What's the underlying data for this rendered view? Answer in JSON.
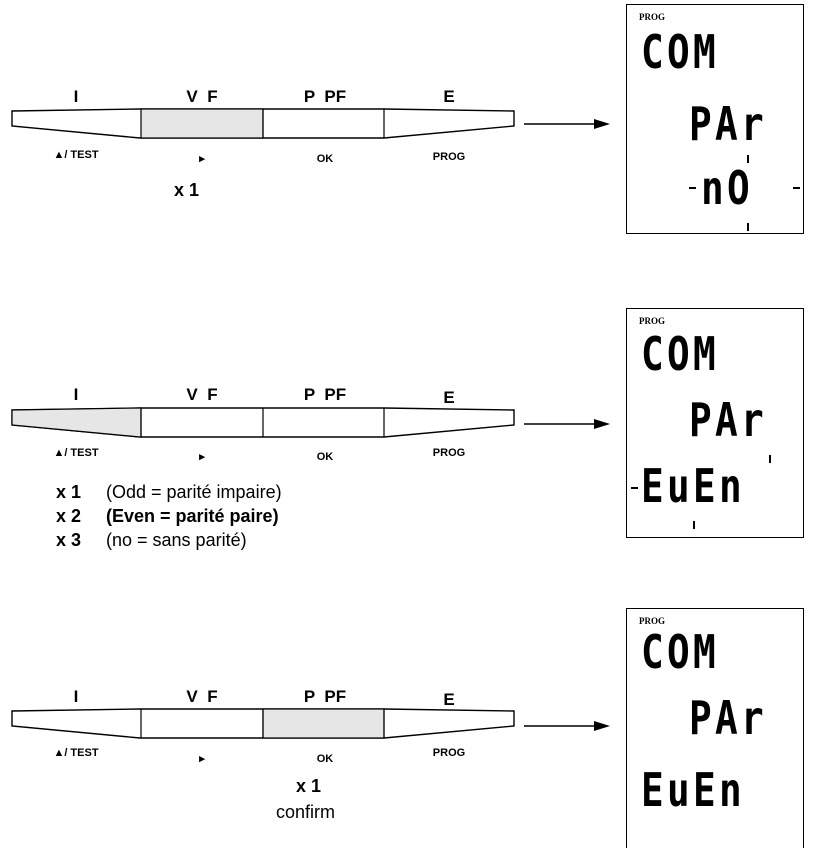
{
  "keypad": {
    "top_labels": [
      "I",
      "V  F",
      "P  PF",
      "E"
    ],
    "bottom_labels": [
      "▲/ TEST",
      "▸",
      "OK",
      "PROG"
    ]
  },
  "steps": [
    {
      "pressed_key": "V F",
      "note_lines": [
        "x 1"
      ],
      "lcd": {
        "header": "PROG",
        "lines": [
          "COM",
          "PAr",
          "nO"
        ],
        "blinking_line": 3
      }
    },
    {
      "pressed_key": "I",
      "options": [
        {
          "count": "x 1",
          "text": "(Odd = parité impaire)",
          "selected": false
        },
        {
          "count": "x 2",
          "text": "(Even = parité paire)",
          "selected": true
        },
        {
          "count": "x 3",
          "text": "(no = sans parité)",
          "selected": false
        }
      ],
      "lcd": {
        "header": "PROG",
        "lines": [
          "COM",
          "PAr",
          "EuEn"
        ],
        "blinking_line": 3
      }
    },
    {
      "pressed_key": "P PF",
      "note_lines": [
        "x 1",
        "confirm"
      ],
      "lcd": {
        "header": "PROG",
        "lines": [
          "COM",
          "PAr",
          "EuEn"
        ],
        "blinking_line": 0
      }
    }
  ],
  "colors": {
    "pressed_key_fill": "#e6e6e6",
    "line": "#000000",
    "background": "#ffffff"
  }
}
